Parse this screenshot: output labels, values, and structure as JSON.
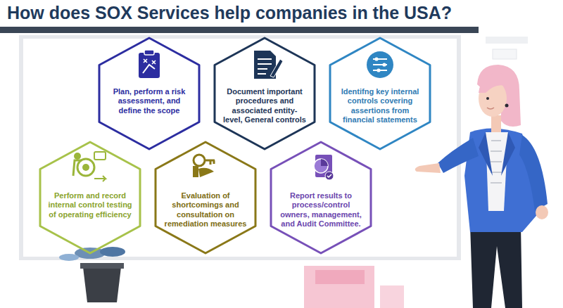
{
  "diagram": {
    "title": "How does SOX Services help companies in the USA?",
    "nodes": [
      {
        "text": [
          "Plan, perform a risk assessment, and define the scope"
        ]
      },
      {
        "text": [
          "Document important procedures and associated entity-level, General controls"
        ]
      },
      {
        "text": [
          "Identifng key internal controls covering assertions from financial statements"
        ]
      },
      {
        "text": [
          "Perform and record internal control testing of operating efficiency"
        ]
      },
      {
        "text": [
          "Evaluation of shortcomings and consultation on remediation measures"
        ]
      },
      {
        "text": [
          "Report results to process/control owners, management, and Audit Committee."
        ]
      }
    ]
  }
}
